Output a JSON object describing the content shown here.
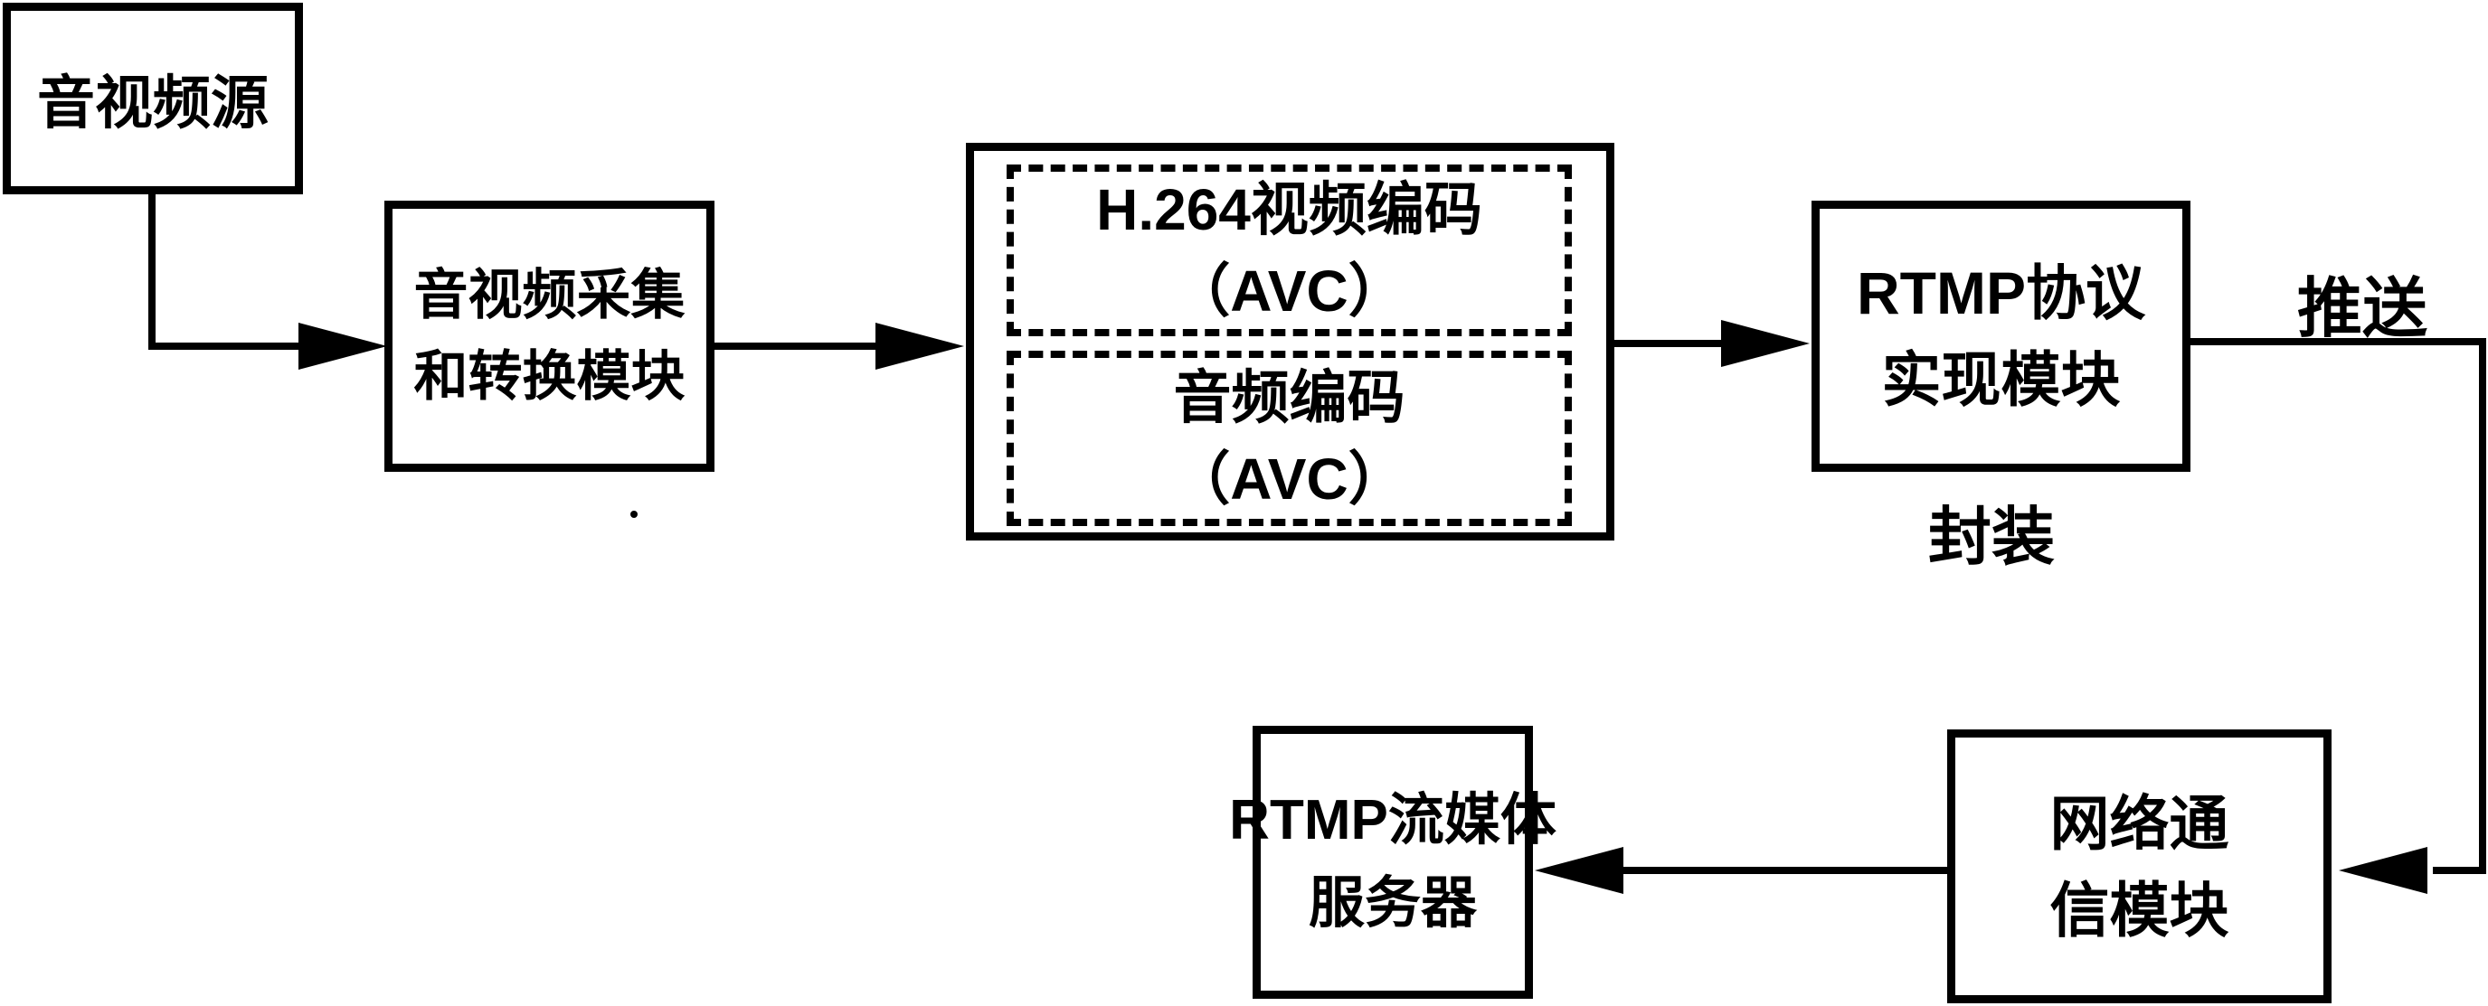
{
  "diagram": {
    "nodes": {
      "source": {
        "lines": [
          "音视频源"
        ]
      },
      "capture": {
        "lines": [
          "音视频采集",
          "和转换模块"
        ]
      },
      "video_encoder": {
        "lines": [
          "H.264视频编码",
          "（AVC）"
        ]
      },
      "audio_encoder": {
        "lines": [
          "音频编码",
          "（AVC）"
        ]
      },
      "rtmp_protocol": {
        "lines": [
          "RTMP协议",
          "实现模块"
        ]
      },
      "network_comm": {
        "lines": [
          "网络通",
          "信模块"
        ]
      },
      "rtmp_server": {
        "lines": [
          "RTMP流媒体",
          "服务器"
        ]
      }
    },
    "edge_labels": {
      "push": "推送",
      "encapsulate": "封装"
    },
    "edges": [
      {
        "from": "source",
        "to": "capture"
      },
      {
        "from": "capture",
        "to": "encoder_group"
      },
      {
        "from": "encoder_group",
        "to": "rtmp_protocol"
      },
      {
        "from": "rtmp_protocol",
        "to": "network_comm",
        "label": "推送 / 封装"
      },
      {
        "from": "network_comm",
        "to": "rtmp_server"
      }
    ],
    "colors": {
      "ink": "#000000",
      "background": "#ffffff"
    }
  }
}
